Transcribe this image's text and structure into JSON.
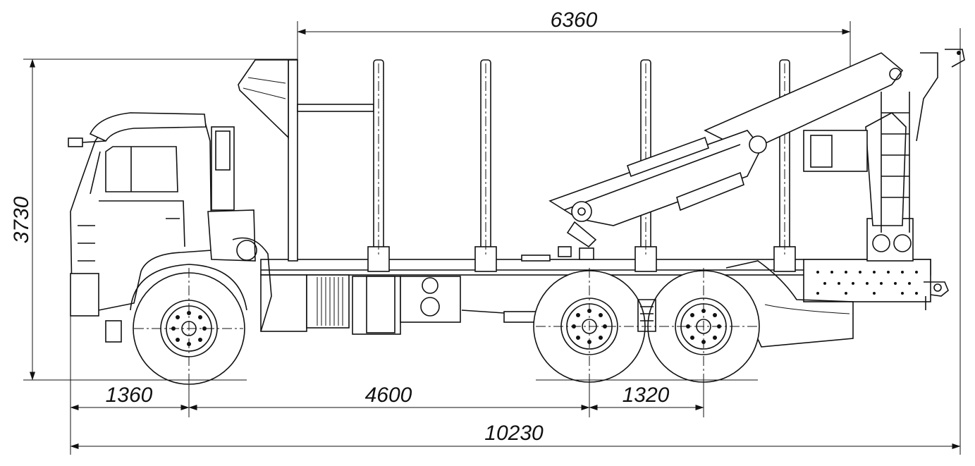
{
  "dimensions": {
    "overall_length": "10230",
    "front_overhang": "1360",
    "wheelbase": "4600",
    "rear_axle_spacing": "1320",
    "platform_length": "6360",
    "overall_height": "3730"
  },
  "colors": {
    "line": "#111111",
    "background": "#ffffff"
  }
}
